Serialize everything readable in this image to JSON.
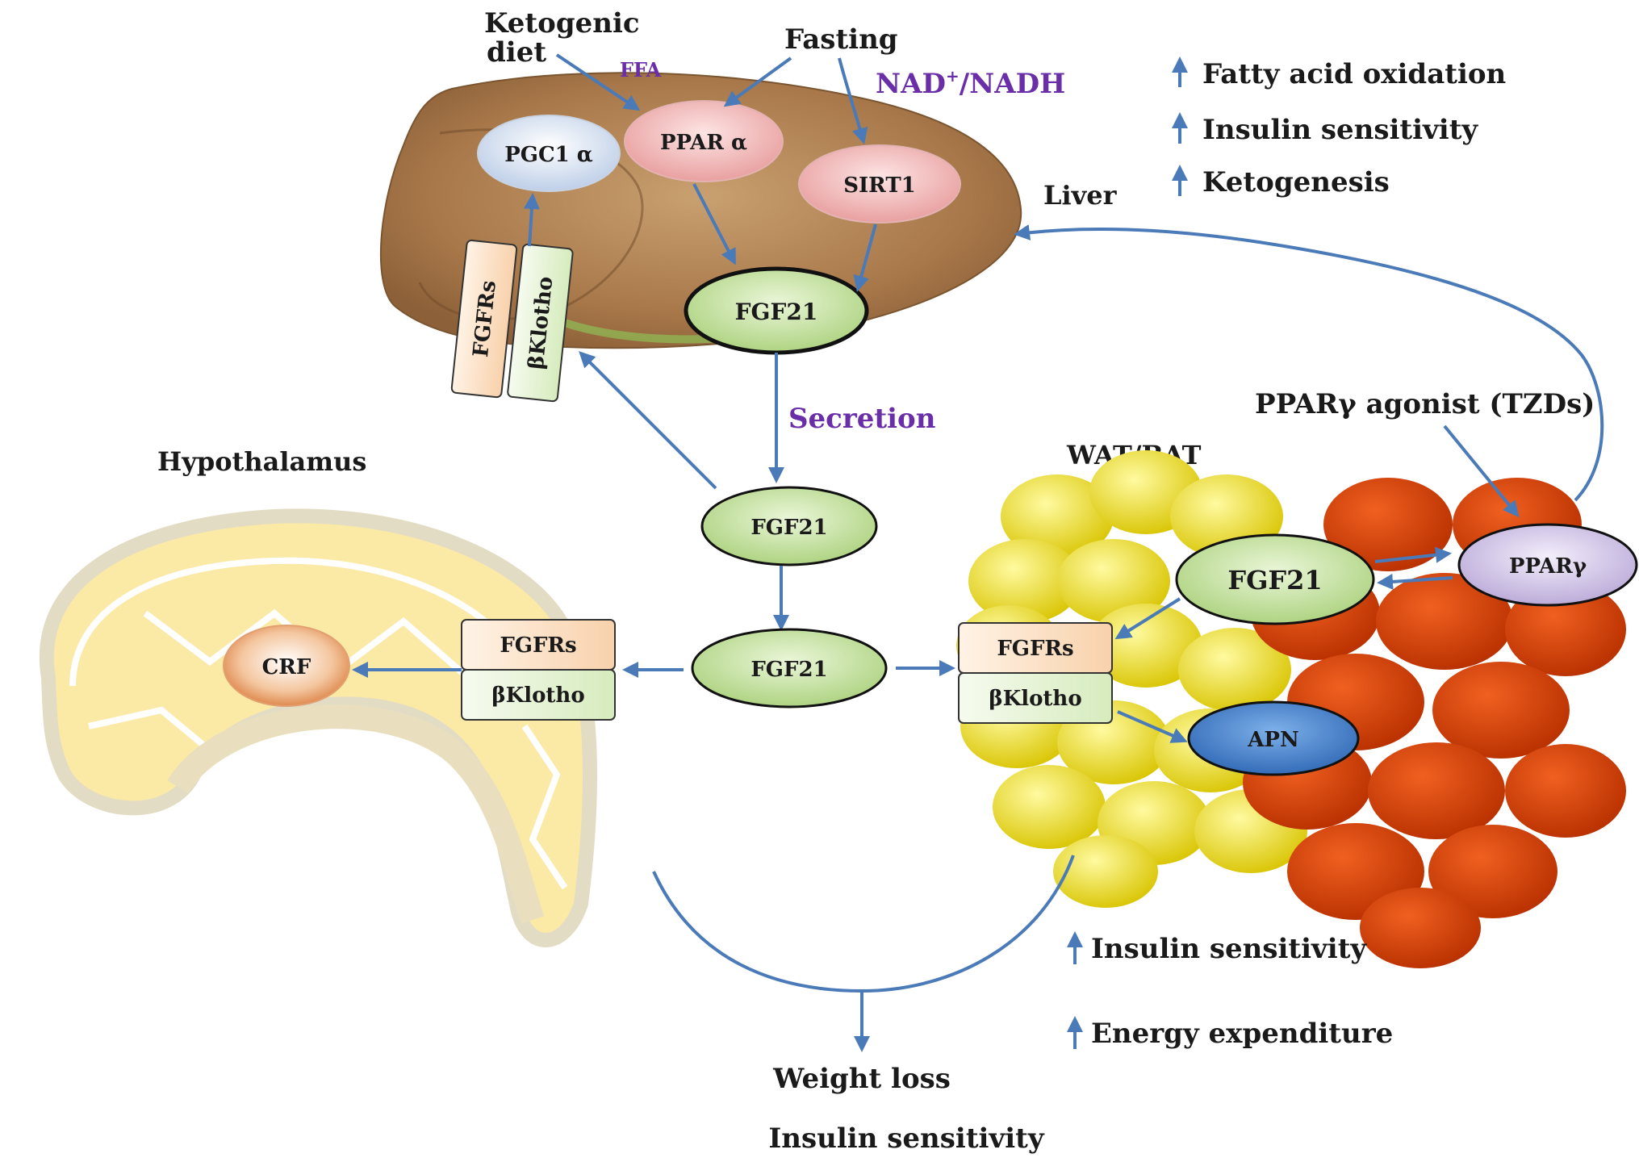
{
  "inputs": {
    "ketogenic_diet_line1": "Ketogenic",
    "ketogenic_diet_line2": "diet",
    "fasting": "Fasting",
    "ffa": "FFA",
    "nad_main": "NAD",
    "nad_sup": "+",
    "nad_rest": "/NADH"
  },
  "liver": {
    "label": "Liver",
    "pgc1a": "PGC1 α",
    "ppara": "PPAR α",
    "sirt1": "SIRT1",
    "fgf21": "FGF21",
    "receptor_fgfrs": "FGFRs",
    "receptor_bklotho": "βKlotho"
  },
  "liver_effects": [
    {
      "text": "Fatty acid oxidation"
    },
    {
      "text": "Insulin sensitivity"
    },
    {
      "text": "Ketogenesis"
    }
  ],
  "circulation": {
    "secretion": "Secretion",
    "fgf21_top": "FGF21",
    "fgf21_center": "FGF21"
  },
  "hypothalamus": {
    "label": "Hypothalamus",
    "crf": "CRF",
    "fgfrs": "FGFRs",
    "bklotho": "βKlotho"
  },
  "adipose": {
    "label": "WAT/BAT",
    "agonist": "PPARγ agonist (TZDs)",
    "fgf21": "FGF21",
    "pparg": "PPARγ",
    "fgfrs": "FGFRs",
    "bklotho": "βKlotho",
    "apn": "APN"
  },
  "adipose_effects": [
    {
      "text": "Insulin sensitivity"
    },
    {
      "text": "Energy expenditure"
    }
  ],
  "outcome": {
    "line1": "Weight loss",
    "line2": "Insulin sensitivity"
  },
  "colors": {
    "arrow": "#4a7ab8",
    "purple_text": "#6a2fa8",
    "fgf21_fill": "#c6e0a4",
    "receptor_fgfrs": "#fde3c8",
    "receptor_bklotho": "#e6f3d6",
    "apn_fill": "#3f7cc7"
  }
}
